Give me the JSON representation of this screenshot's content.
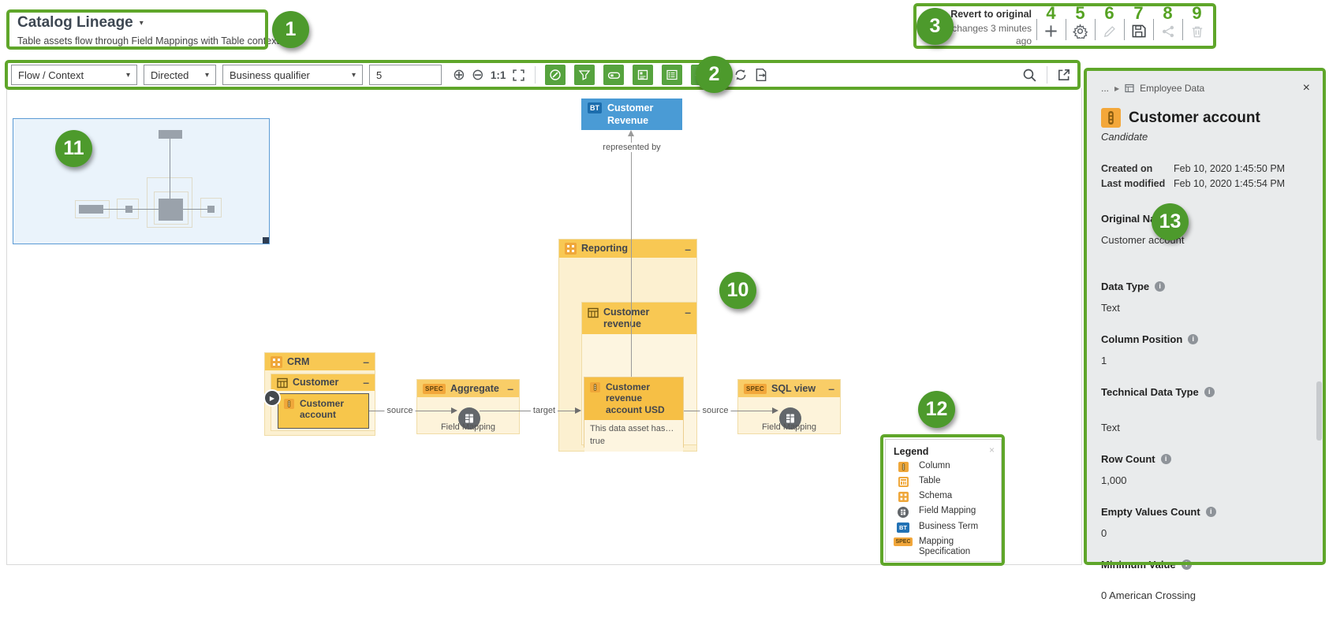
{
  "ui": {
    "minus": "–",
    "caret": "▾",
    "close": "×",
    "ellipsis": "...",
    "crumb_arrow": "▶",
    "play": "▶",
    "info_glyph": "i"
  },
  "header": {
    "title": "Catalog Lineage",
    "subtitle": "Table assets flow through Field Mappings with Table context"
  },
  "revert": {
    "title": "Revert to original",
    "subtitle": "last changes 3 minutes ago"
  },
  "toolbar": {
    "layout_select": "Flow / Context",
    "direction_select": "Directed",
    "qualifier_select": "Business qualifier",
    "depth_input": "5",
    "zoom_label": "1:1"
  },
  "diagram": {
    "bt_badge": "BT",
    "bt_label": "Customer Revenue",
    "edge_represented_by": "represented by",
    "edge_source_left": "source",
    "edge_target": "target",
    "edge_source_right": "source",
    "reporting_label": "Reporting",
    "customer_revenue_label": "Customer revenue",
    "account_usd_label": "Customer revenue account USD",
    "account_usd_attr1": "This data asset has…",
    "account_usd_attr2": "true",
    "crm_label": "CRM",
    "customer_label": "Customer",
    "customer_account_label": "Customer account",
    "spec_badge": "SPEC",
    "aggregate_label": "Aggregate",
    "sql_view_label": "SQL view",
    "field_mapping_label": "Field Mapping"
  },
  "legend": {
    "title": "Legend",
    "items": [
      {
        "icon": "column-icon",
        "label": "Column"
      },
      {
        "icon": "table-icon",
        "label": "Table"
      },
      {
        "icon": "schema-icon",
        "label": "Schema"
      },
      {
        "icon": "field-mapping-icon",
        "label": "Field Mapping"
      },
      {
        "icon": "business-term-icon",
        "badge": "BT",
        "label": "Business Term"
      },
      {
        "icon": "mapping-spec-icon",
        "badge": "SPEC",
        "label": "Mapping Specification"
      }
    ]
  },
  "panel": {
    "breadcrumb_parent": "Employee Data",
    "title": "Customer account",
    "status": "Candidate",
    "created_label": "Created on",
    "created_value": "Feb 10, 2020 1:45:50 PM",
    "modified_label": "Last modified",
    "modified_value": "Feb 10, 2020 1:45:54 PM",
    "fields": [
      {
        "label": "Original Name",
        "value": "Customer account"
      },
      {
        "label": "Data Type",
        "value": "Text"
      },
      {
        "label": "Column Position",
        "value": "1"
      },
      {
        "label": "Technical Data Type",
        "value": "Text"
      },
      {
        "label": "Row Count",
        "value": "1,000"
      },
      {
        "label": "Empty Values Count",
        "value": "0"
      },
      {
        "label": "Minimum Value",
        "value": "0 American Crossing"
      }
    ]
  },
  "callouts": {
    "c1": "1",
    "c2": "2",
    "c3": "3",
    "c4": "4",
    "c5": "5",
    "c6": "6",
    "c7": "7",
    "c8": "8",
    "c9": "9",
    "c10": "10",
    "c11": "11",
    "c12": "12",
    "c13": "13"
  },
  "colors": {
    "callout_green": "#4d9a2c",
    "callout_border": "#5fa62a",
    "toolbar_active_green": "#56a33e",
    "node_header_orange": "#f8c853",
    "group_body": "#fcf0d0",
    "bt_blue": "#4a9bd5",
    "bt_badge_blue": "#1c6dad",
    "spec_orange": "#f2a73b",
    "panel_bg": "#e9ebec",
    "minimap_blue": "#5b9bd5"
  }
}
